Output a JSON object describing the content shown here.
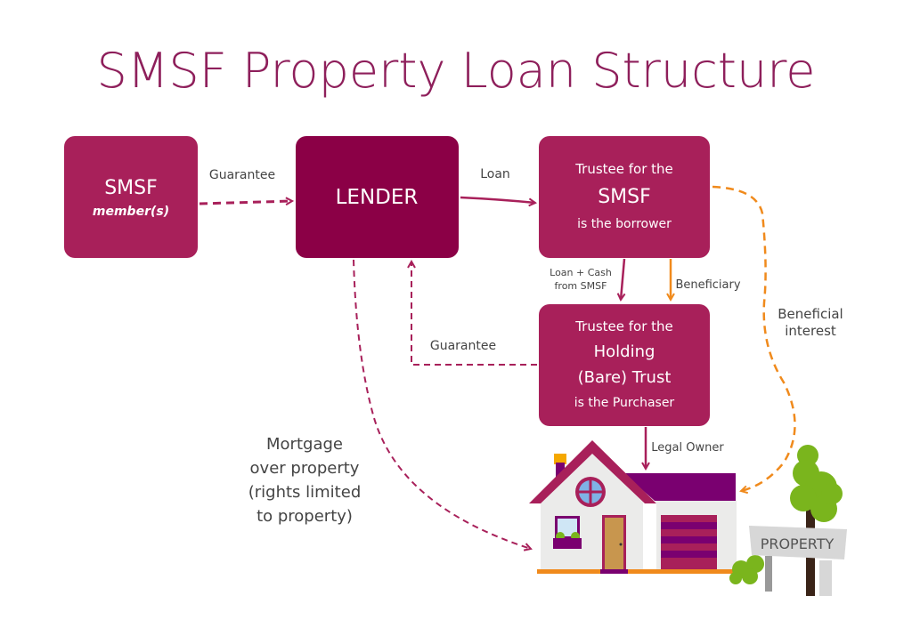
{
  "title": "SMSF Property Loan Structure",
  "colors": {
    "box": "#a8205a",
    "lender": "#8b0046",
    "orange": "#f08a1c",
    "title": "#8e1f5b"
  },
  "boxes": {
    "smsf": {
      "line1": "SMSF",
      "line2": "member(s)"
    },
    "lender": {
      "line1": "LENDER"
    },
    "trustee_smsf": {
      "line1": "Trustee for the",
      "line2": "SMSF",
      "line3": "is the borrower"
    },
    "holding": {
      "line1": "Trustee for the",
      "line2": "Holding",
      "line3": "(Bare) Trust",
      "line4": "is the Purchaser"
    }
  },
  "labels": {
    "guarantee_top": "Guarantee",
    "loan": "Loan",
    "loan_cash_1": "Loan + Cash",
    "loan_cash_2": "from SMSF",
    "beneficiary": "Beneficiary",
    "beneficial_1": "Beneficial",
    "beneficial_2": "interest",
    "guarantee_mid": "Guarantee",
    "mortgage_1": "Mortgage",
    "mortgage_2": "over property",
    "mortgage_3": "(rights limited",
    "mortgage_4": "to property)",
    "legal_owner": "Legal Owner"
  },
  "property_sign": "PROPERTY"
}
